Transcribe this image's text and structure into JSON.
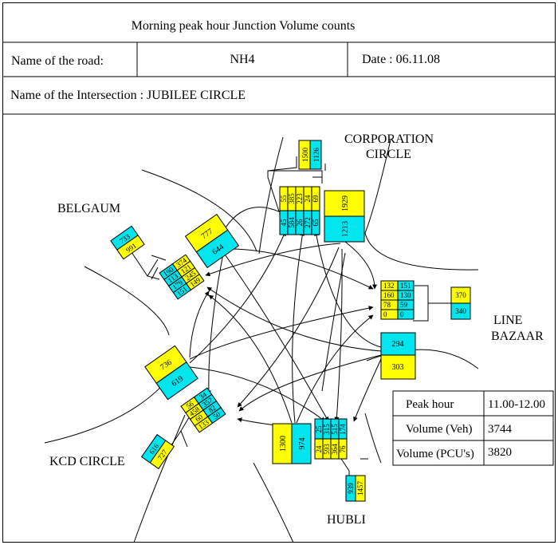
{
  "header": {
    "title": "Morning peak hour Junction Volume counts",
    "road_label": "Name of the road:",
    "road_value": "NH4",
    "date_label": "Date : 06.11.08",
    "intersection_label": "Name of the Intersection : JUBILEE CIRCLE"
  },
  "places": {
    "corporation_line1": "CORPORATION",
    "corporation_line2": "CIRCLE",
    "belgaum": "BELGAUM",
    "line_bazaar_line1": "LINE",
    "line_bazaar_line2": "BAZAAR",
    "kcd_circle": "KCD CIRCLE",
    "hubli": "HUBLI"
  },
  "colors": {
    "yellow": "#ffff00",
    "cyan": "#00e5ee",
    "line": "#000000"
  },
  "counts": {
    "corporation_pair": [
      "1500",
      "1126"
    ],
    "corporation_turns": [
      "45",
      "584",
      "26",
      "272",
      "65",
      "55",
      "385",
      "223",
      "24",
      "69"
    ],
    "corporation_approach": [
      "1213",
      "1929"
    ],
    "belgaum_pair": [
      "733",
      "991"
    ],
    "belgaum_approach": [
      "777",
      "644"
    ],
    "belgaum_turns": [
      "190",
      "374",
      "113",
      "121",
      "179",
      "245",
      "151",
      "149"
    ],
    "linebazaar_turns": [
      "132",
      "151",
      "160",
      "130",
      "78",
      "59",
      "0",
      "0"
    ],
    "linebazaar_pair": [
      "370",
      "340"
    ],
    "linebazaar_approach": [
      "294",
      "303"
    ],
    "kcd_approach": [
      "736",
      "619"
    ],
    "kcd_turns": [
      "56",
      "34",
      "458",
      "357",
      "60",
      "82",
      "133",
      "50"
    ],
    "kcd_pair": [
      "616",
      "727"
    ],
    "hubli_approach": [
      "1300",
      "974"
    ],
    "hubli_turns": [
      "24",
      "25",
      "593",
      "315",
      "364",
      "515",
      "76",
      "174"
    ],
    "hubli_pair": [
      "939",
      "1457"
    ]
  },
  "summary": {
    "peak_hour_label": "Peak hour",
    "peak_hour_value": "11.00-12.00",
    "volume_veh_label": "Volume (Veh)",
    "volume_veh_value": "3744",
    "volume_pcu_label": "Volume (PCU's)",
    "volume_pcu_value": "3820"
  }
}
